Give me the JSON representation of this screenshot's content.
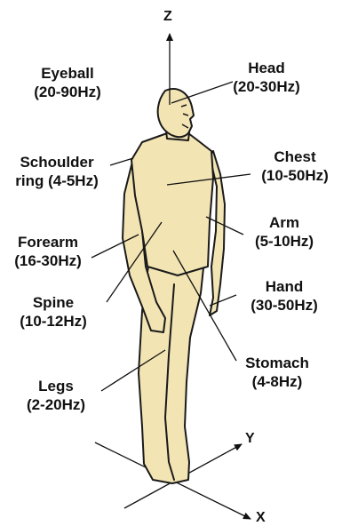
{
  "axes": {
    "z": "Z",
    "y": "Y",
    "x": "X"
  },
  "labels": {
    "eyeball": {
      "name": "Eyeball",
      "freq": "(20-90Hz)"
    },
    "head": {
      "name": "Head",
      "freq": "(20-30Hz)"
    },
    "shoulder_ring": {
      "name": "Schoulder",
      "freq": "ring (4-5Hz)"
    },
    "chest": {
      "name": "Chest",
      "freq": "(10-50Hz)"
    },
    "arm": {
      "name": "Arm",
      "freq": "(5-10Hz)"
    },
    "forearm": {
      "name": "Forearm",
      "freq": "(16-30Hz)"
    },
    "hand": {
      "name": "Hand",
      "freq": "(30-50Hz)"
    },
    "spine": {
      "name": "Spine",
      "freq": "(10-12Hz)"
    },
    "stomach": {
      "name": "Stomach",
      "freq": "(4-8Hz)"
    },
    "legs": {
      "name": "Legs",
      "freq": "(2-20Hz)"
    }
  },
  "colors": {
    "body_fill": "#F3E4B4",
    "outline": "#1a1a1a"
  }
}
